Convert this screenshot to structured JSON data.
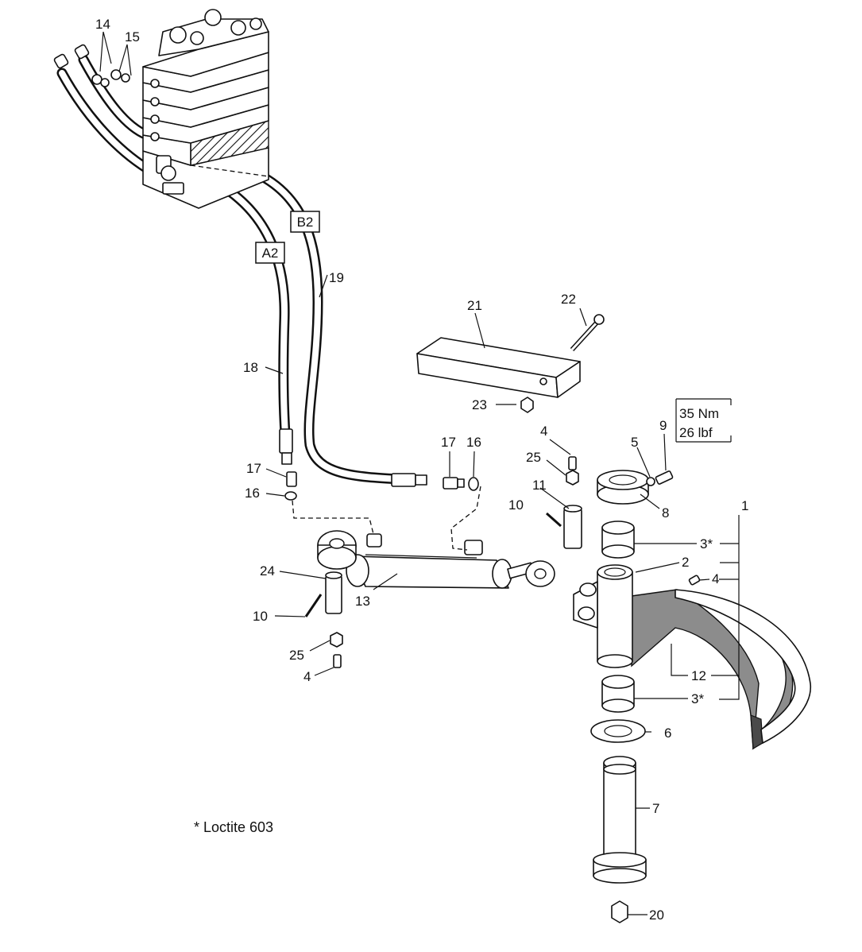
{
  "callouts": {
    "c1": "1",
    "c2": "2",
    "c3a": "3*",
    "c3b": "3*",
    "c4a": "4",
    "c4b": "4",
    "c4c": "4",
    "c5": "5",
    "c6": "6",
    "c7": "7",
    "c8": "8",
    "c9": "9",
    "c10a": "10",
    "c10b": "10",
    "c11": "11",
    "c12": "12",
    "c13": "13",
    "c14": "14",
    "c15": "15",
    "c16a": "16",
    "c16b": "16",
    "c17a": "17",
    "c17b": "17",
    "c18": "18",
    "c19": "19",
    "c20": "20",
    "c21": "21",
    "c22": "22",
    "c23": "23",
    "c24": "24",
    "c25a": "25",
    "c25b": "25"
  },
  "port_tags": {
    "a2": "A2",
    "b2": "B2"
  },
  "torque_spec": {
    "nm": "35 Nm",
    "lbf": "26 lbf"
  },
  "note": "* Loctite 603"
}
